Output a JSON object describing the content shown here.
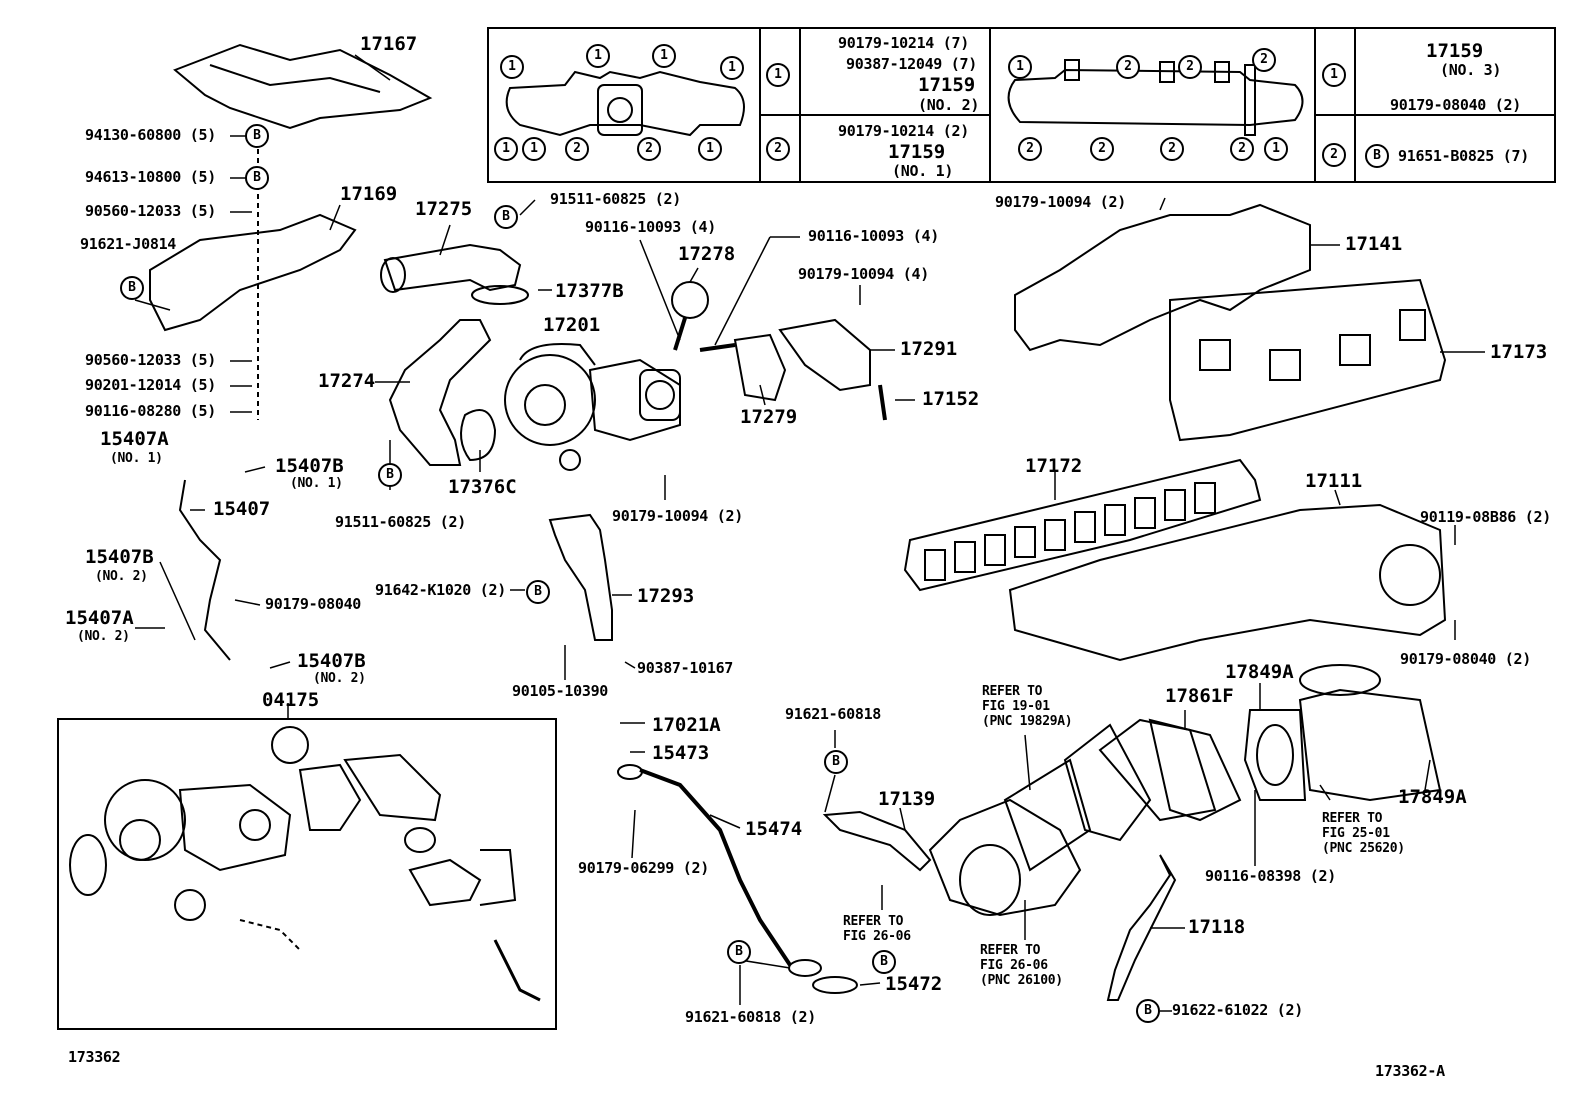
{
  "markers": {
    "one": "1",
    "two": "2",
    "b": "B"
  },
  "table": {
    "left_row1": [
      "90179-10214 (7)",
      "90387-12049 (7)",
      "17159",
      "(NO. 2)"
    ],
    "left_row2": [
      "90179-10214 (2)",
      "17159",
      "(NO. 1)"
    ],
    "right_row1": [
      "17159",
      "(NO. 3)",
      "90179-08040 (2)"
    ],
    "right_row2": [
      "91651-B0825 (7)"
    ]
  },
  "labels": [
    "17167",
    "94130-60800 (5)",
    "94613-10800 (5)",
    "90560-12033 (5)",
    "17169",
    "91621-J0814",
    "17275",
    "91511-60825 (2)",
    "90116-10093 (4)",
    "17278",
    "90116-10093 (4)",
    "90179-10094 (2)",
    "17141",
    "90179-10094 (4)",
    "17377B",
    "17201",
    "17291",
    "17173",
    "90560-12033 (5)",
    "17274",
    "90201-12014 (5)",
    "90116-08280 (5)",
    "17279",
    "17152",
    "15407A",
    "(NO. 1)",
    "15407B",
    "(NO. 1)",
    "17172",
    "17111",
    "17376C",
    "91511-60825 (2)",
    "90179-10094 (2)",
    "15407",
    "90119-08B86 (2)",
    "15407B",
    "(NO. 2)",
    "91642-K1020 (2)",
    "17293",
    "90179-08040",
    "15407A",
    "(NO. 2)",
    "15407B",
    "(NO. 2)",
    "90179-08040 (2)",
    "90387-10167",
    "90105-10390",
    "04175",
    "17849A",
    "17861F",
    "91621-60818",
    "17021A",
    "15473",
    "17139",
    "17849A",
    "15474",
    "90179-06299 (2)",
    "90116-08398 (2)",
    "17118",
    "15472",
    "91621-60818 (2)",
    "91622-61022 (2)",
    "173362",
    "173362-A"
  ],
  "refer_notes": [
    {
      "line1": "REFER TO",
      "line2": "FIG 19-01",
      "line3": "(PNC 19829A)"
    },
    {
      "line1": "REFER TO",
      "line2": "FIG 25-01",
      "line3": "(PNC 25620)"
    },
    {
      "line1": "REFER TO",
      "line2": "FIG 26-06",
      "line3": ""
    },
    {
      "line1": "REFER TO",
      "line2": "FIG 26-06",
      "line3": "(PNC 26100)"
    }
  ]
}
